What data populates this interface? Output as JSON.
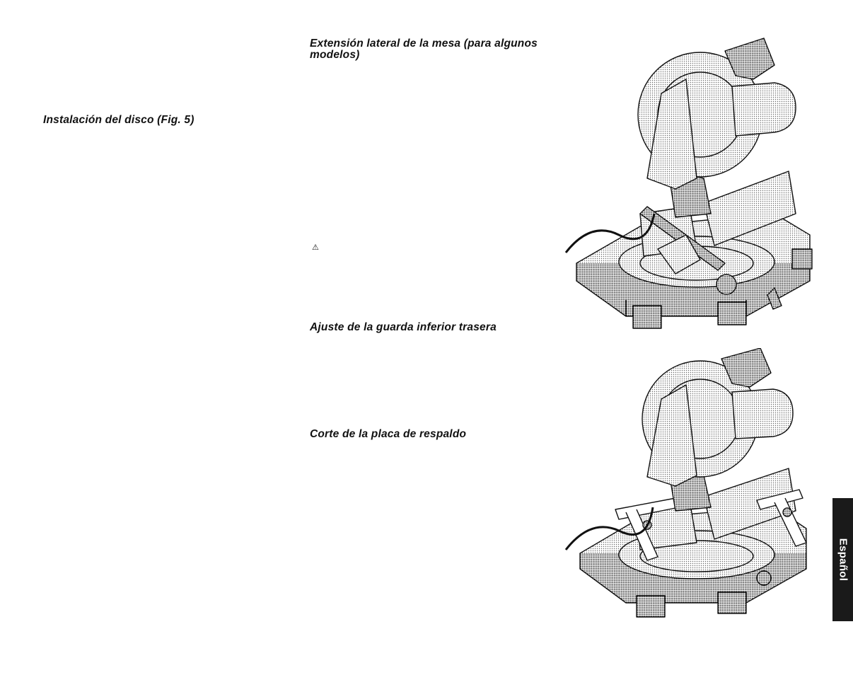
{
  "headings": {
    "blade_install": "Instalación del disco (Fig. 5)",
    "table_extension": "Extensión lateral de la mesa (para algunos modelos)",
    "rear_lower_guard": "Ajuste de la guarda inferior trasera",
    "backing_plate_cut": "Corte de la placa de respaldo"
  },
  "warning_symbol": "⚠",
  "language_tab": {
    "label": "Español",
    "background": "#1a1a1a",
    "text_color": "#ffffff"
  },
  "figures": [
    {
      "icon": "miter-saw-with-clamp-illustration"
    },
    {
      "icon": "miter-saw-with-side-extensions-illustration"
    }
  ]
}
